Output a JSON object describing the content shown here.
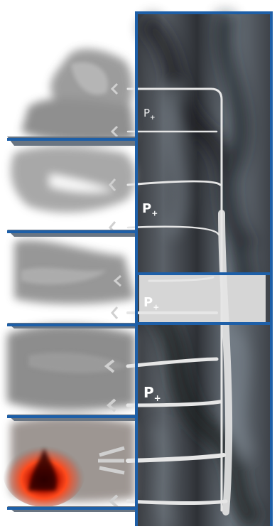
{
  "diagram": {
    "labels": [
      {
        "id": "p1",
        "text": "P+",
        "main": "P",
        "sup": "+"
      },
      {
        "id": "p2",
        "text": "P+",
        "main": "P",
        "sup": "+"
      },
      {
        "id": "p3",
        "text": "P+",
        "main": "P",
        "sup": "+"
      },
      {
        "id": "p4",
        "text": "P+",
        "main": "P",
        "sup": "+"
      }
    ],
    "colors": {
      "frame": "#1d5fa8",
      "slab": "#5a6a7a",
      "shaft_dark": "#2c2f33",
      "shaft_light": "#9aa3ad",
      "smoke": "#8a8a8a",
      "fire_core": "#8b0000",
      "fire_hot": "#ff5a1a",
      "pressure_lines": "#e8e8e8",
      "lobby": "#d9d9d9"
    }
  }
}
